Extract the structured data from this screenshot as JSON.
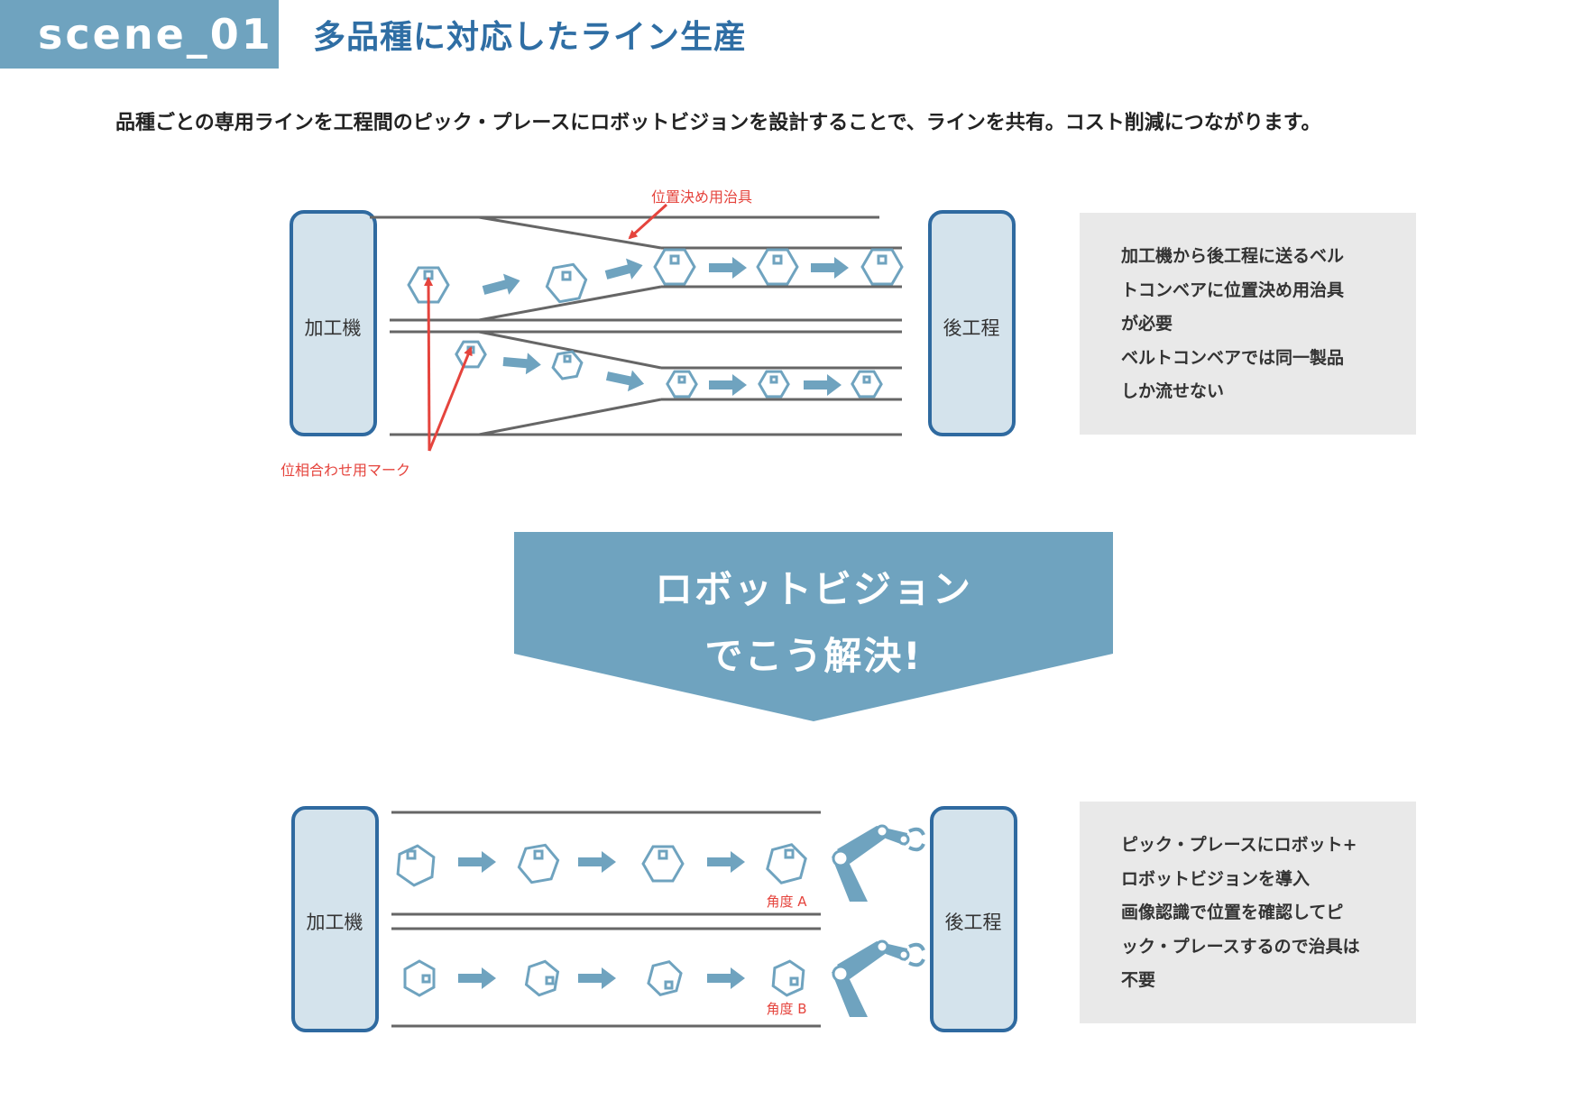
{
  "colors": {
    "accent": "#6fa3bf",
    "title_blue": "#2f6ea4",
    "mark_red": "#e5443d",
    "machine_fill": "#d4e3ec",
    "machine_stroke": "#2f6aa0",
    "rail": "#666666",
    "note_bg": "#e9e9e9"
  },
  "header": {
    "scene_label": "scene_01",
    "title": "多品種に対応したライン生産",
    "lead": "品種ごとの専用ラインを工程間のピック・プレースにロボットビジョンを設計することで、ラインを共有。コスト削減につながります。"
  },
  "before": {
    "left_machine": "加工機",
    "right_machine": "後工程",
    "fixture_label": "位置決め用治具",
    "mark_label": "位相合わせ用マーク",
    "note_lines": [
      "加工機から後工程に送るベル",
      "トコンベアに位置決め用治具",
      "が必要",
      "ベルトコンベアでは同一製品",
      "しか流せない"
    ]
  },
  "transition": {
    "line1": "ロボットビジョン",
    "line2": "でこう解決!"
  },
  "after": {
    "left_machine": "加工機",
    "right_machine": "後工程",
    "angle_a": "角度 A",
    "angle_b": "角度 B",
    "note_lines": [
      "ピック・プレースにロボット+",
      "ロボットビジョンを導入",
      "画像認識で位置を確認してピ",
      "ック・プレースするので治具は",
      "不要"
    ]
  },
  "icons": {
    "part": "hexagon-part-icon",
    "flow": "arrow-right-icon",
    "robot": "robot-arm-icon"
  }
}
